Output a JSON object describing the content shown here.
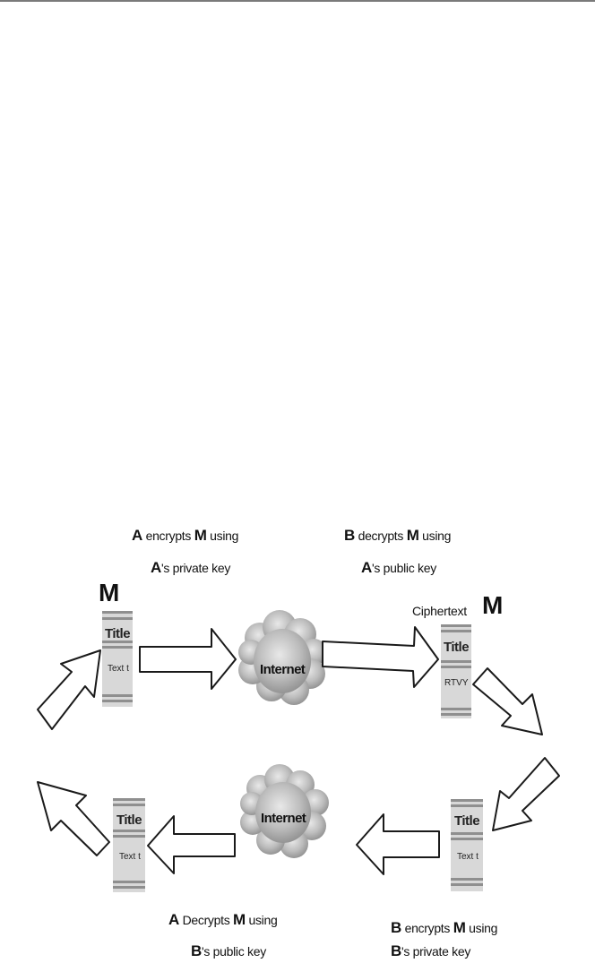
{
  "captions": {
    "top_left": {
      "line1_actor": "A",
      "line1_verb": "encrypts",
      "line1_msg": "M",
      "line1_end": "using",
      "line2_actor": "A",
      "line2_rest": "'s private key"
    },
    "top_right": {
      "line1_actor": "B",
      "line1_verb": "decrypts",
      "line1_msg": "M",
      "line1_end": "using",
      "line2_actor": "A",
      "line2_rest": "'s public  key"
    },
    "bottom_left": {
      "line1_actor": "A",
      "line1_verb": "Decrypts",
      "line1_msg": "M",
      "line1_end": "using",
      "line2_actor": "B",
      "line2_rest": "'s public key"
    },
    "bottom_right": {
      "line1_actor": "B",
      "line1_verb": "encrypts",
      "line1_msg": "M",
      "line1_end": "using",
      "line2_actor": "B",
      "line2_rest": "'s private key"
    }
  },
  "message_label": "M",
  "ciphertext_label": "Ciphertext",
  "documents": {
    "top_left": {
      "title": "Title",
      "text": "Text t"
    },
    "top_right": {
      "title": "Title",
      "text": "RTVY"
    },
    "bottom_right": {
      "title": "Title",
      "text": "Text t"
    },
    "bottom_left": {
      "title": "Title",
      "text": "Text t"
    }
  },
  "clouds": {
    "top": "Internet",
    "bottom": "Internet"
  }
}
